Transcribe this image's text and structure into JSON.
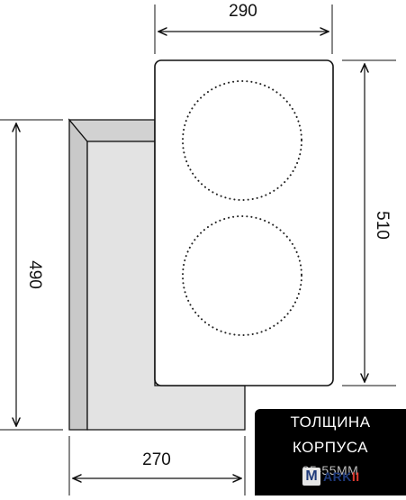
{
  "dimensions": {
    "hob_width": "290",
    "hob_height": "510",
    "cutout_width": "270",
    "cutout_depth": "490"
  },
  "callout": {
    "line1": "ТОЛЩИНА",
    "line2": "КОРПУСА",
    "line3": "25-55ММ"
  },
  "watermark": {
    "box_letter": "M",
    "rest_a": "ARK",
    "rest_b": "II"
  },
  "colors": {
    "countertop_face": "#e3e3e3",
    "countertop_edge": "#c9c9c9",
    "outline": "#111111"
  }
}
